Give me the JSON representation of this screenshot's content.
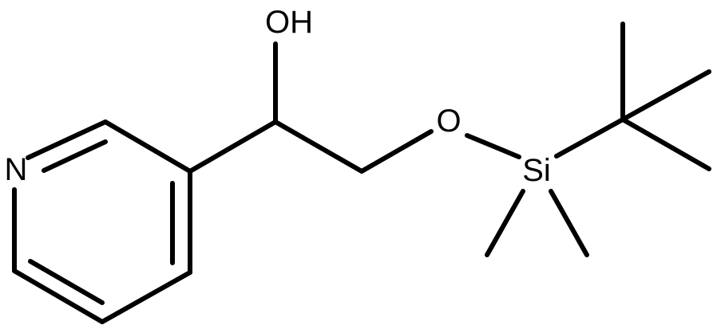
{
  "molecule": {
    "atom_labels": {
      "hydroxyl": "OH",
      "pyridine_nitrogen": "N",
      "ether_oxygen": "O",
      "silicon": "Si"
    },
    "colors": {
      "bond": "#000000",
      "label": "#000000",
      "background": "#ffffff"
    }
  }
}
